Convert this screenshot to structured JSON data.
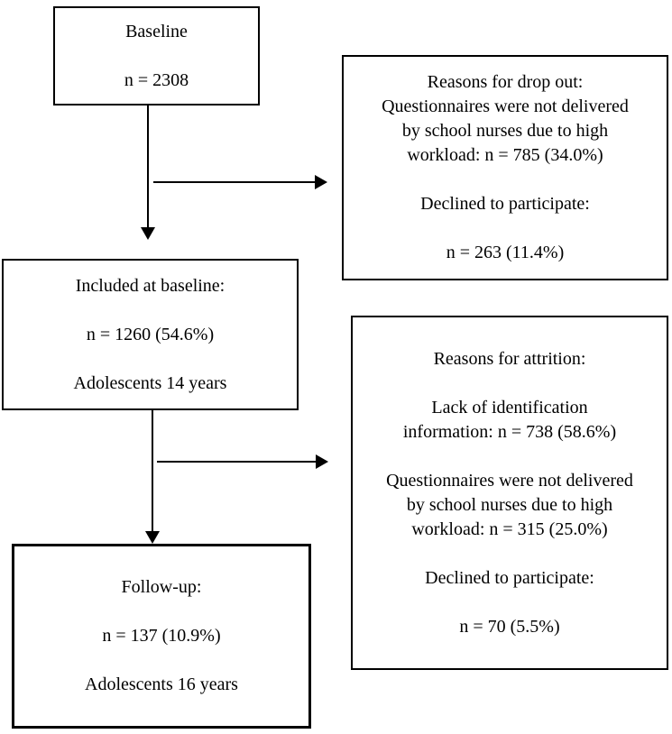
{
  "colors": {
    "line": "#000000",
    "text": "#000000",
    "background": "#ffffff"
  },
  "boxes": {
    "baseline": {
      "blocks": [
        [
          "Baseline"
        ],
        [
          "n = 2308"
        ]
      ]
    },
    "dropout": {
      "blocks": [
        [
          "Reasons for drop out:",
          "Questionnaires were not delivered",
          "by school nurses due to high",
          "workload: n = 785 (34.0%)"
        ],
        [
          "Declined to participate:"
        ],
        [
          "n = 263 (11.4%)"
        ]
      ]
    },
    "included": {
      "blocks": [
        [
          "Included at baseline:"
        ],
        [
          "n = 1260 (54.6%)"
        ],
        [
          "Adolescents 14 years"
        ]
      ]
    },
    "attrition": {
      "blocks": [
        [
          "Reasons for attrition:"
        ],
        [
          "Lack of identification",
          "information: n = 738 (58.6%)"
        ],
        [
          "Questionnaires were not delivered",
          "by school nurses due to high",
          "workload: n = 315 (25.0%)"
        ],
        [
          "Declined to participate:"
        ],
        [
          "n = 70 (5.5%)"
        ]
      ]
    },
    "followup": {
      "blocks": [
        [
          "Follow-up:"
        ],
        [
          "n = 137 (10.9%)"
        ],
        [
          "Adolescents 16 years"
        ]
      ]
    }
  }
}
